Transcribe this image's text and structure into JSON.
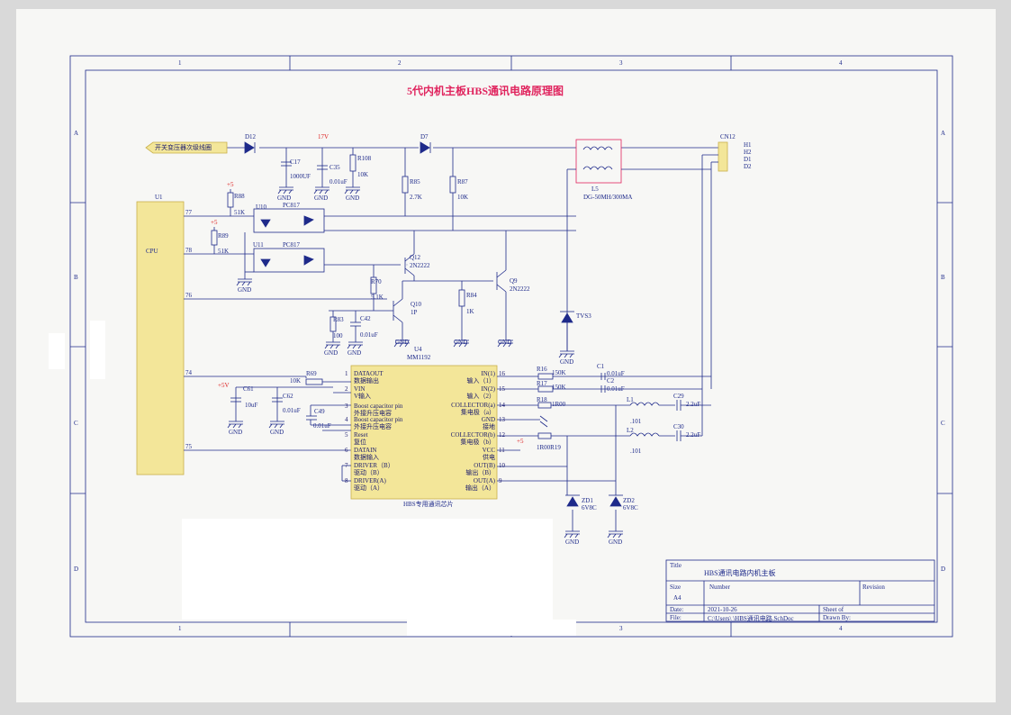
{
  "title": "5代内机主板HBS通讯电路原理图",
  "frame": {
    "cols": [
      "1",
      "2",
      "3",
      "4"
    ],
    "rows": [
      "A",
      "B",
      "C",
      "D"
    ]
  },
  "connector_label": "开关变压器次级线圈",
  "cpu": {
    "ref": "U1",
    "label": "CPU",
    "pins": [
      "77",
      "78",
      "76",
      "74",
      "75"
    ]
  },
  "components": {
    "d12": "D12",
    "d7": "D7",
    "c17": "C17",
    "c17v": "1000UF",
    "v17": "17V",
    "c35": "C35",
    "c35v": "0.01uF",
    "r108": "R108",
    "r108v": "10K",
    "r85": "R85",
    "r85v": "2.7K",
    "r87": "R87",
    "r87v": "10K",
    "l5": "L5",
    "l5v": "DG-50MH/300MA",
    "cn12": "CN12",
    "cn12_pins": [
      "H1",
      "H2",
      "D1",
      "D2"
    ],
    "r88": "R88",
    "r88v": "51K",
    "r89": "R89",
    "r89v": "51K",
    "u10": "U10",
    "u11": "U11",
    "pc817a": "PC817",
    "pc817b": "PC817",
    "q12": "Q12",
    "q12v": "2N2222",
    "q9": "Q9",
    "q9v": "2N2222",
    "r70": "R70",
    "r70v": "5.1K",
    "r84": "R84",
    "r84v": "1K",
    "q10": "Q10",
    "q10v": "1P",
    "r83": "R83",
    "r83v": "100",
    "c42": "C42",
    "c42v": "0.01uF",
    "tvs3": "TVS3",
    "u4": "U4",
    "u4v": "MM1192",
    "r69": "R69",
    "r69v": "10K",
    "c61": "C61",
    "c61v": "10uF",
    "c62": "C62",
    "c62v": "0.01uF",
    "c49": "C49",
    "c49v": "0.01uF",
    "p5v": "+5V",
    "p5a": "+5",
    "p5b": "+5",
    "p5c": "+5",
    "r16": "R16",
    "r16v": "150K",
    "r17": "R17",
    "r17v": "150K",
    "r18": "R18",
    "r18v": "1R00",
    "r19v": "1R00R19",
    "c1": "C1",
    "c1v": "0.01uF",
    "c2": "C2",
    "c2v": "0.01uF",
    "l1": "L1",
    "l1v": ".101",
    "l2": "L2",
    "l2v": ".101",
    "c29": "C29",
    "c29v": "2.2uF",
    "c30": "C30",
    "c30v": "2.2uF",
    "zd1": "ZD1",
    "zd1v": "6V8C",
    "zd2": "ZD2",
    "zd2v": "6V8C",
    "gnd": "GND"
  },
  "hbs_chip": {
    "caption": "HBS专用通讯芯片",
    "left_pins": [
      {
        "num": "1",
        "name": "DATAOUT",
        "cn": "数据输出"
      },
      {
        "num": "2",
        "name": "VIN",
        "cn": "V输入"
      },
      {
        "num": "3",
        "name": "Boost capacitor pin",
        "cn": "外接升压电容"
      },
      {
        "num": "4",
        "name": "Boost capacitor pin",
        "cn": "外接升压电容"
      },
      {
        "num": "5",
        "name": "Reset",
        "cn": "复位"
      },
      {
        "num": "6",
        "name": "DATAIN",
        "cn": "数据输入"
      },
      {
        "num": "7",
        "name": "DRIVER（B）",
        "cn": "驱动（B）"
      },
      {
        "num": "8",
        "name": "DRIVER(A)",
        "cn": "驱动（A）"
      }
    ],
    "right_pins": [
      {
        "num": "16",
        "name": "IN(1)",
        "cn": "输入（1）"
      },
      {
        "num": "15",
        "name": "IN(2)",
        "cn": "输入（2）"
      },
      {
        "num": "14",
        "name": "COLLECTOR(a)",
        "cn": "集电极（a）"
      },
      {
        "num": "13",
        "name": "GND",
        "cn": "接地"
      },
      {
        "num": "12",
        "name": "COLLECTOR(b)",
        "cn": "集电极（b）"
      },
      {
        "num": "11",
        "name": "VCC",
        "cn": "供电"
      },
      {
        "num": "10",
        "name": "OUT(B)",
        "cn": "输出（B）"
      },
      {
        "num": "9",
        "name": "OUT(A)",
        "cn": "输出（A）"
      }
    ]
  },
  "title_block": {
    "title_label": "Title",
    "title": "HBS通讯电路内机主板",
    "size_label": "Size",
    "size": "A4",
    "number_label": "Number",
    "revision_label": "Revision",
    "date_label": "Date:",
    "date": "2021-10-26",
    "file_label": "File:",
    "file": "C:\\Users\\  \\HBS通讯电路.SchDoc",
    "sheet_label": "Sheet    of",
    "drawn_label": "Drawn By:"
  },
  "colors": {
    "wire": "#1e2a8a",
    "title": "#e0245e",
    "power": "#d22222",
    "chip_fill": "#f3e699"
  }
}
